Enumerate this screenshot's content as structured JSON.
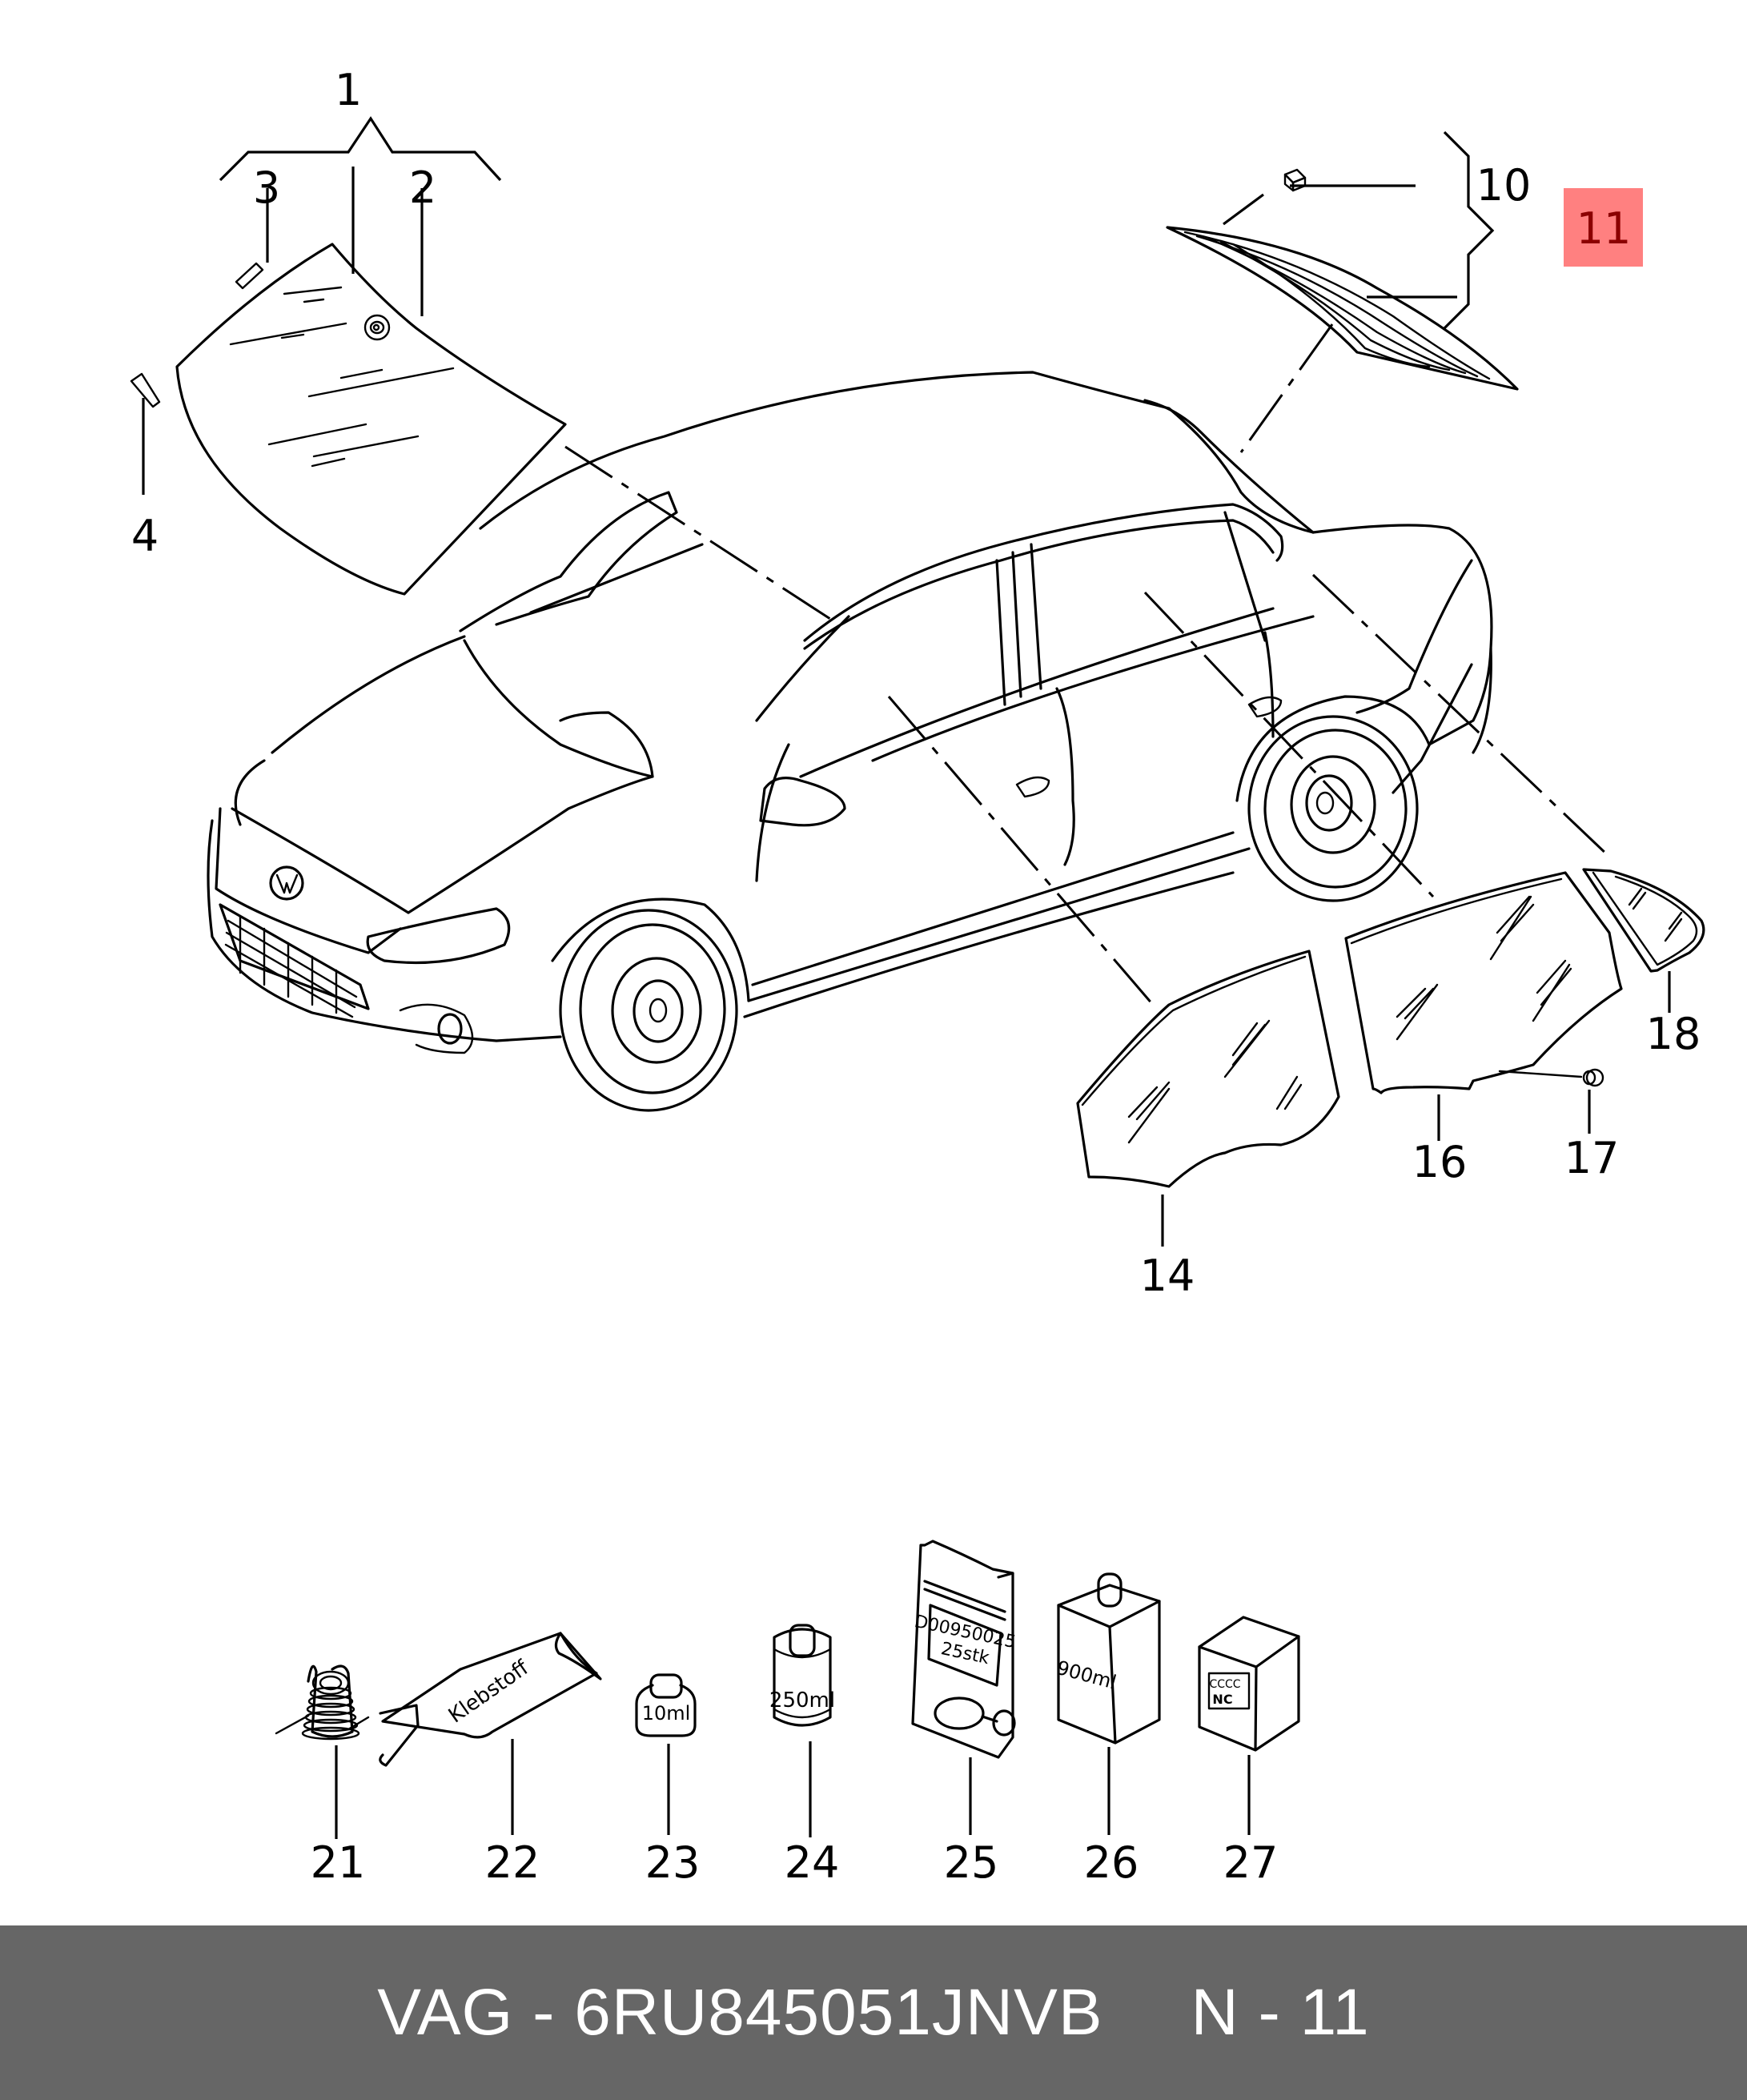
{
  "diagram": {
    "title": "Windows / glazing parts diagram",
    "highlight_color": "#ff8080",
    "footer_color": "#666666",
    "callouts": {
      "c1": "1",
      "c2": "2",
      "c3": "3",
      "c4": "4",
      "c10": "10",
      "c11": "11",
      "c14": "14",
      "c16": "16",
      "c17": "17",
      "c18": "18",
      "c21": "21",
      "c22": "22",
      "c23": "23",
      "c24": "24",
      "c25": "25",
      "c26": "26",
      "c27": "27"
    },
    "highlighted_callout": "11",
    "package_labels": {
      "tube": "Klebstoff",
      "bottle_small": "10ml",
      "can": "250ml",
      "bag_code": "D00950025",
      "bag_qty": "25stk",
      "bottle_large": "900ml",
      "box_line1": "CCCC",
      "box_line2": "NC"
    }
  },
  "footer": {
    "brand": "VAG",
    "separator": "-",
    "part_number": "6RU845051JNVB",
    "page_prefix": "N",
    "page_separator": "-",
    "page_number": "11"
  }
}
